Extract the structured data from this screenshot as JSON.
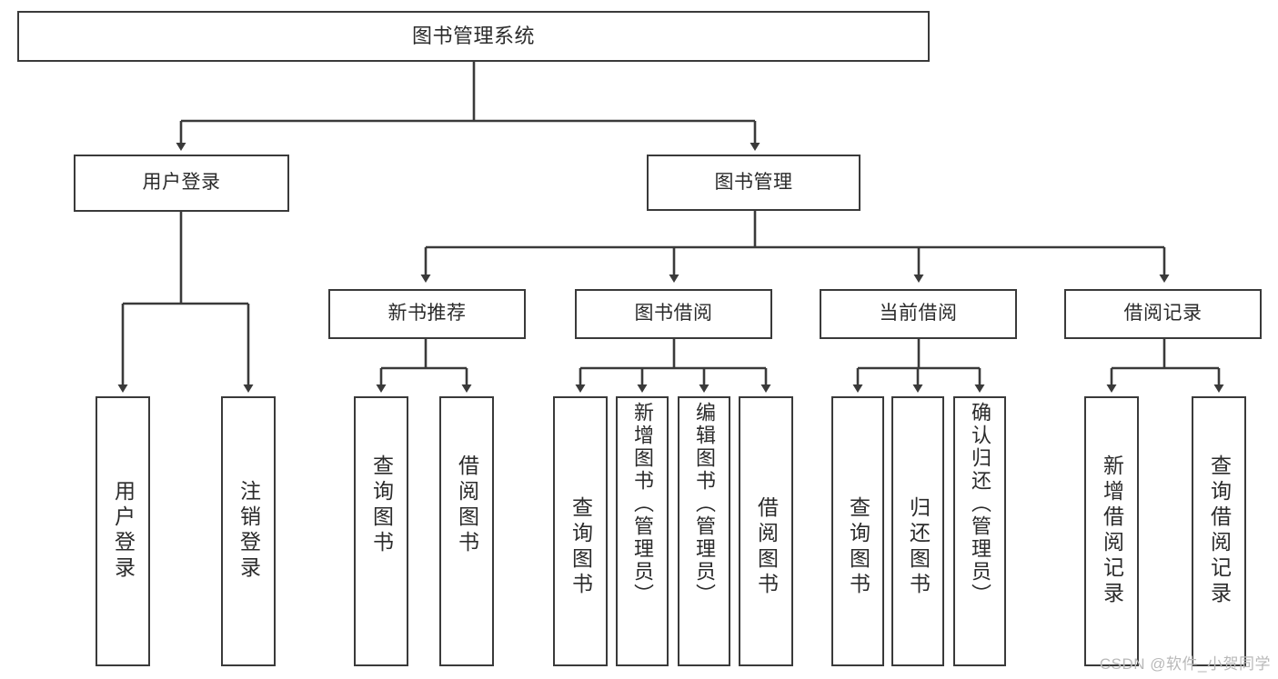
{
  "diagram": {
    "title": "图书管理系统",
    "root": {
      "label": "图书管理系统"
    },
    "level2": [
      {
        "label": "用户登录"
      },
      {
        "label": "图书管理"
      }
    ],
    "level3": [
      {
        "label": "新书推荐"
      },
      {
        "label": "图书借阅"
      },
      {
        "label": "当前借阅"
      },
      {
        "label": "借阅记录"
      }
    ],
    "leaves": {
      "user_login": [
        {
          "label": "用户登录"
        },
        {
          "label": "注销登录"
        }
      ],
      "new_book_recommend": [
        {
          "label": "查询图书"
        },
        {
          "label": "借阅图书"
        }
      ],
      "book_borrow": [
        {
          "label": "查询图书"
        },
        {
          "label": "新增图书（管理员）"
        },
        {
          "label": "编辑图书（管理员）"
        },
        {
          "label": "借阅图书"
        }
      ],
      "current_borrow": [
        {
          "label": "查询图书"
        },
        {
          "label": "归还图书"
        },
        {
          "label": "确认归还（管理员）"
        }
      ],
      "borrow_record": [
        {
          "label": "新增借阅记录"
        },
        {
          "label": "查询借阅记录"
        }
      ]
    }
  },
  "watermark": {
    "text": "CSDN @软件_小贺同学"
  },
  "colors": {
    "border": "#3a3a3a",
    "text": "#2b2b2b",
    "background": "#ffffff",
    "watermark": "#b9b9b9"
  }
}
